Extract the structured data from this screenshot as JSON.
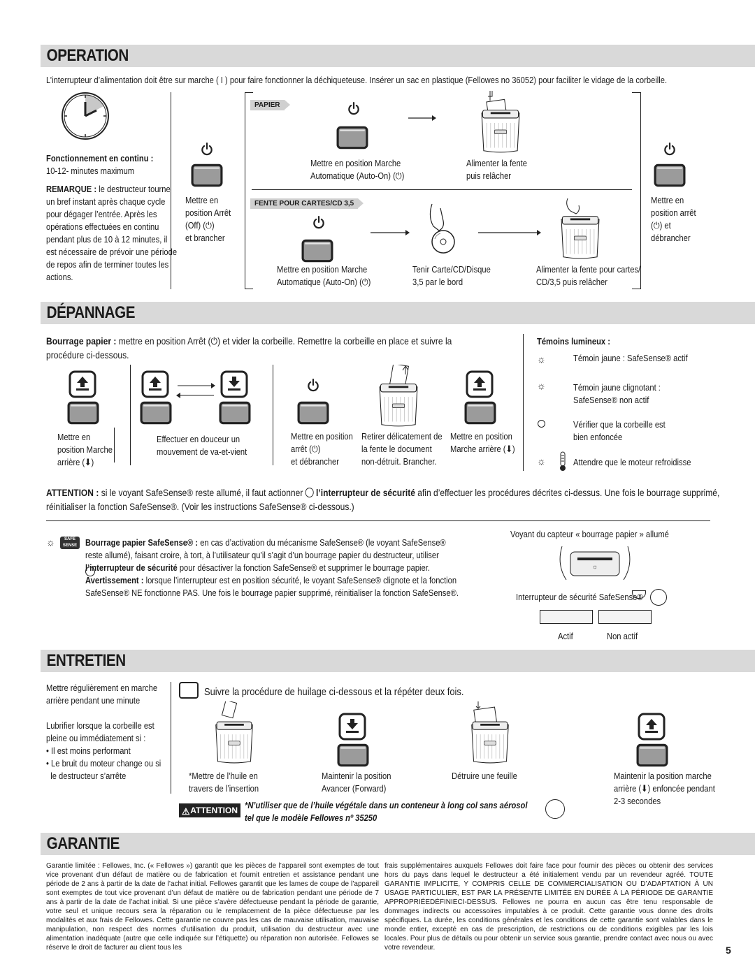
{
  "operation": {
    "title": "OPERATION",
    "intro": "L’interrupteur d’alimentation doit être sur marche ( I ) pour faire fonctionner la déchiqueteuse. Insérer un sac en plastique (Fellowes no 36052) pour faciliter le vidage de la corbeille.",
    "continuous_label": "Fonctionnement en continu :",
    "continuous_value": "10-12- minutes maximum",
    "remark_label": "REMARQUE :",
    "remark_lines": [
      "le destructeur tourne",
      "un bref instant après chaque cycle",
      "pour dégager l’entrée. Après les",
      "opérations effectuées en continu",
      "pendant plus de 10 à 12 minutes, il",
      "est nécessaire de prévoir une période",
      "de repos afin de terminer toutes les",
      "actions."
    ],
    "step_off": [
      "Mettre en",
      "position Arrêt",
      "(Off) (⏻)",
      "et brancher"
    ],
    "paper_tag": "PAPIER",
    "paper_step1": [
      "Mettre en position Marche",
      "Automatique (Auto-On) (⏻)"
    ],
    "paper_step2": [
      "Alimenter la fente",
      "puis relâcher"
    ],
    "card_tag": "FENTE POUR CARTES/CD 3,5",
    "card_step1": [
      "Mettre en position Marche",
      "Automatique (Auto-On) (⏻)"
    ],
    "card_step2": [
      "Tenir Carte/CD/Disque",
      "3,5 par le bord"
    ],
    "card_step3": [
      "Alimenter la fente pour cartes/",
      "CD/3,5 puis relâcher"
    ],
    "step_end": [
      "Mettre en",
      "position arrêt",
      "(⏻) et",
      "débrancher"
    ]
  },
  "depannage": {
    "title": "DÉPANNAGE",
    "jam_label": "Bourrage papier :",
    "jam_text1": "mettre en position Arrêt (⏻) et vider la corbeille. Remettre la corbeille en place et suivre la",
    "jam_text2": "procédure ci-dessous.",
    "step1": [
      "Mettre en",
      "position Marche",
      "arrière (⬇)"
    ],
    "step2": [
      "Effectuer en douceur un",
      "mouvement de va-et-vient"
    ],
    "step3": [
      "Mettre en position",
      "arrêt (⏻)",
      "et débrancher"
    ],
    "step4": [
      "Retirer délicatement de",
      "la fente le document",
      "non-détruit. Brancher."
    ],
    "step5": [
      "Mettre en position",
      "Marche arrière (⬇)"
    ],
    "lights_title": "Témoins lumineux :",
    "lights": [
      {
        "text": [
          "Témoin jaune : SafeSense® actif"
        ]
      },
      {
        "text": [
          "Témoin jaune clignotant :",
          "SafeSense® non actif"
        ]
      },
      {
        "text": [
          "Vérifier que la corbeille est",
          "bien enfoncée"
        ]
      },
      {
        "text": [
          "Attendre que le moteur refroidisse"
        ]
      }
    ],
    "attention_label": "ATTENTION :",
    "attention_text1a": "si le voyant SafeSense® reste allumé, il faut actionner",
    "attention_bold": "l’interrupteur de sécurité",
    "attention_text1b": "afin d’effectuer les procédures décrites ci-dessus. Une fois le bourrage supprimé,",
    "attention_text2": "réinitialiser la fonction SafeSense®. (Voir les instructions SafeSense® ci-dessous.)",
    "safe_label": "Bourrage papier SafeSense® :",
    "safe_line1": "en cas d’activation du mécanisme SafeSense® (le voyant SafeSense®",
    "safe_line2": "reste allumé), faisant croire, à tort, à l’utilisateur qu’il s’agit d’un bourrage papier du destructeur, utiliser",
    "safe_line3_bold": "l’interrupteur de sécurité",
    "safe_line3": "pour désactiver la fonction SafeSense® et supprimer le bourrage papier.",
    "warn_label": "Avertissement :",
    "warn_line1": "lorsque l’interrupteur est en position sécurité, le voyant SafeSense® clignote et la fonction",
    "warn_line2": "SafeSense® NE fonctionne PAS. Une fois le bourrage papier supprimé, réinitialiser la fonction SafeSense®.",
    "sensor_caption": "Voyant du capteur « bourrage papier » allumé",
    "switch_caption": "Interrupteur de sécurité SafeSense®",
    "actif": "Actif",
    "non_actif": "Non actif",
    "safe_badge": "SAFE SENSE"
  },
  "entretien": {
    "title": "ENTRETIEN",
    "left_lines1": [
      "Mettre régulièrement en marche",
      "arrière pendant une minute"
    ],
    "left_lines2": [
      "Lubrifier lorsque la corbeille est",
      "pleine ou immédiatement si :"
    ],
    "bullets": [
      "Il est moins performant",
      "Le bruit du moteur change ou si",
      "le destructeur s’arrête"
    ],
    "procedure": "Suivre la procédure de huilage ci-dessous et la répéter deux fois.",
    "s1": [
      "*Mettre de l’huile en",
      "travers de l’insertion"
    ],
    "s2": [
      "Maintenir la position",
      "Avancer (Forward)"
    ],
    "s3": [
      "Détruire une feuille"
    ],
    "s4": [
      "Maintenir la position marche",
      "arrière (⬇) enfoncée pendant",
      "2-3 secondes"
    ],
    "attention_badge": "ATTENTION",
    "attention_line1": "*N’utiliser que de l’huile végétale dans un conteneur à long col sans aérosol",
    "attention_line2": "tel que le modèle Fellowes nº 35250"
  },
  "garantie": {
    "title": "GARANTIE",
    "col1": "Garantie limitée : Fellowes, Inc. (« Fellowes ») garantit que les pièces de l’appareil sont exemptes de tout vice provenant d’un défaut de matière ou de fabrication et fournit entretien et assistance pendant une période de 2 ans à partir de la date de l’achat initial. Fellowes garantit que les lames de coupe de l’appareil sont exemptes de tout vice provenant d’un défaut de matière ou de fabrication pendant une période de 7 ans à partir de la date de l’achat initial. Si une pièce s’avère défectueuse pendant la période de garantie, votre seul et unique recours sera la réparation ou le remplacement de la pièce défectueuse par les modalités et aux frais de Fellowes. Cette garantie ne couvre pas les cas de mauvaise utilisation, mauvaise manipulation, non respect des normes d’utilisation du produit, utilisation du destructeur avec une alimentation inadéquate (autre que celle indiquée sur l’étiquette) ou réparation non autorisée. Fellowes se réserve le droit de facturer au client tous les",
    "col2": "frais supplémentaires auxquels Fellowes doit faire face pour fournir des pièces ou obtenir des services hors du pays dans lequel le destructeur a été initialement vendu par un revendeur agréé. TOUTE GARANTIE IMPLICITE, Y COMPRIS CELLE DE COMMERCIALISATION OU D’ADAPTATION À UN USAGE PARTICULIER, EST PAR LA PRÉSENTE LIMITÉE EN DURÉE À LA PÉRIODE DE GARANTIE APPROPRIÉEDÉFINIECI-DESSUS. Fellowes ne pourra en aucun cas être tenu responsable de dommages indirects ou accessoires imputables à ce produit. Cette garantie vous donne des droits spécifiques. La durée, les conditions générales et les conditions de cette garantie sont valables dans le monde entier, excepté en cas de prescription, de restrictions ou de conditions exigibles par les lois locales. Pour plus de détails ou pour obtenir un service sous garantie, prendre contact avec nous ou avec votre revendeur."
  },
  "page_number": "5"
}
